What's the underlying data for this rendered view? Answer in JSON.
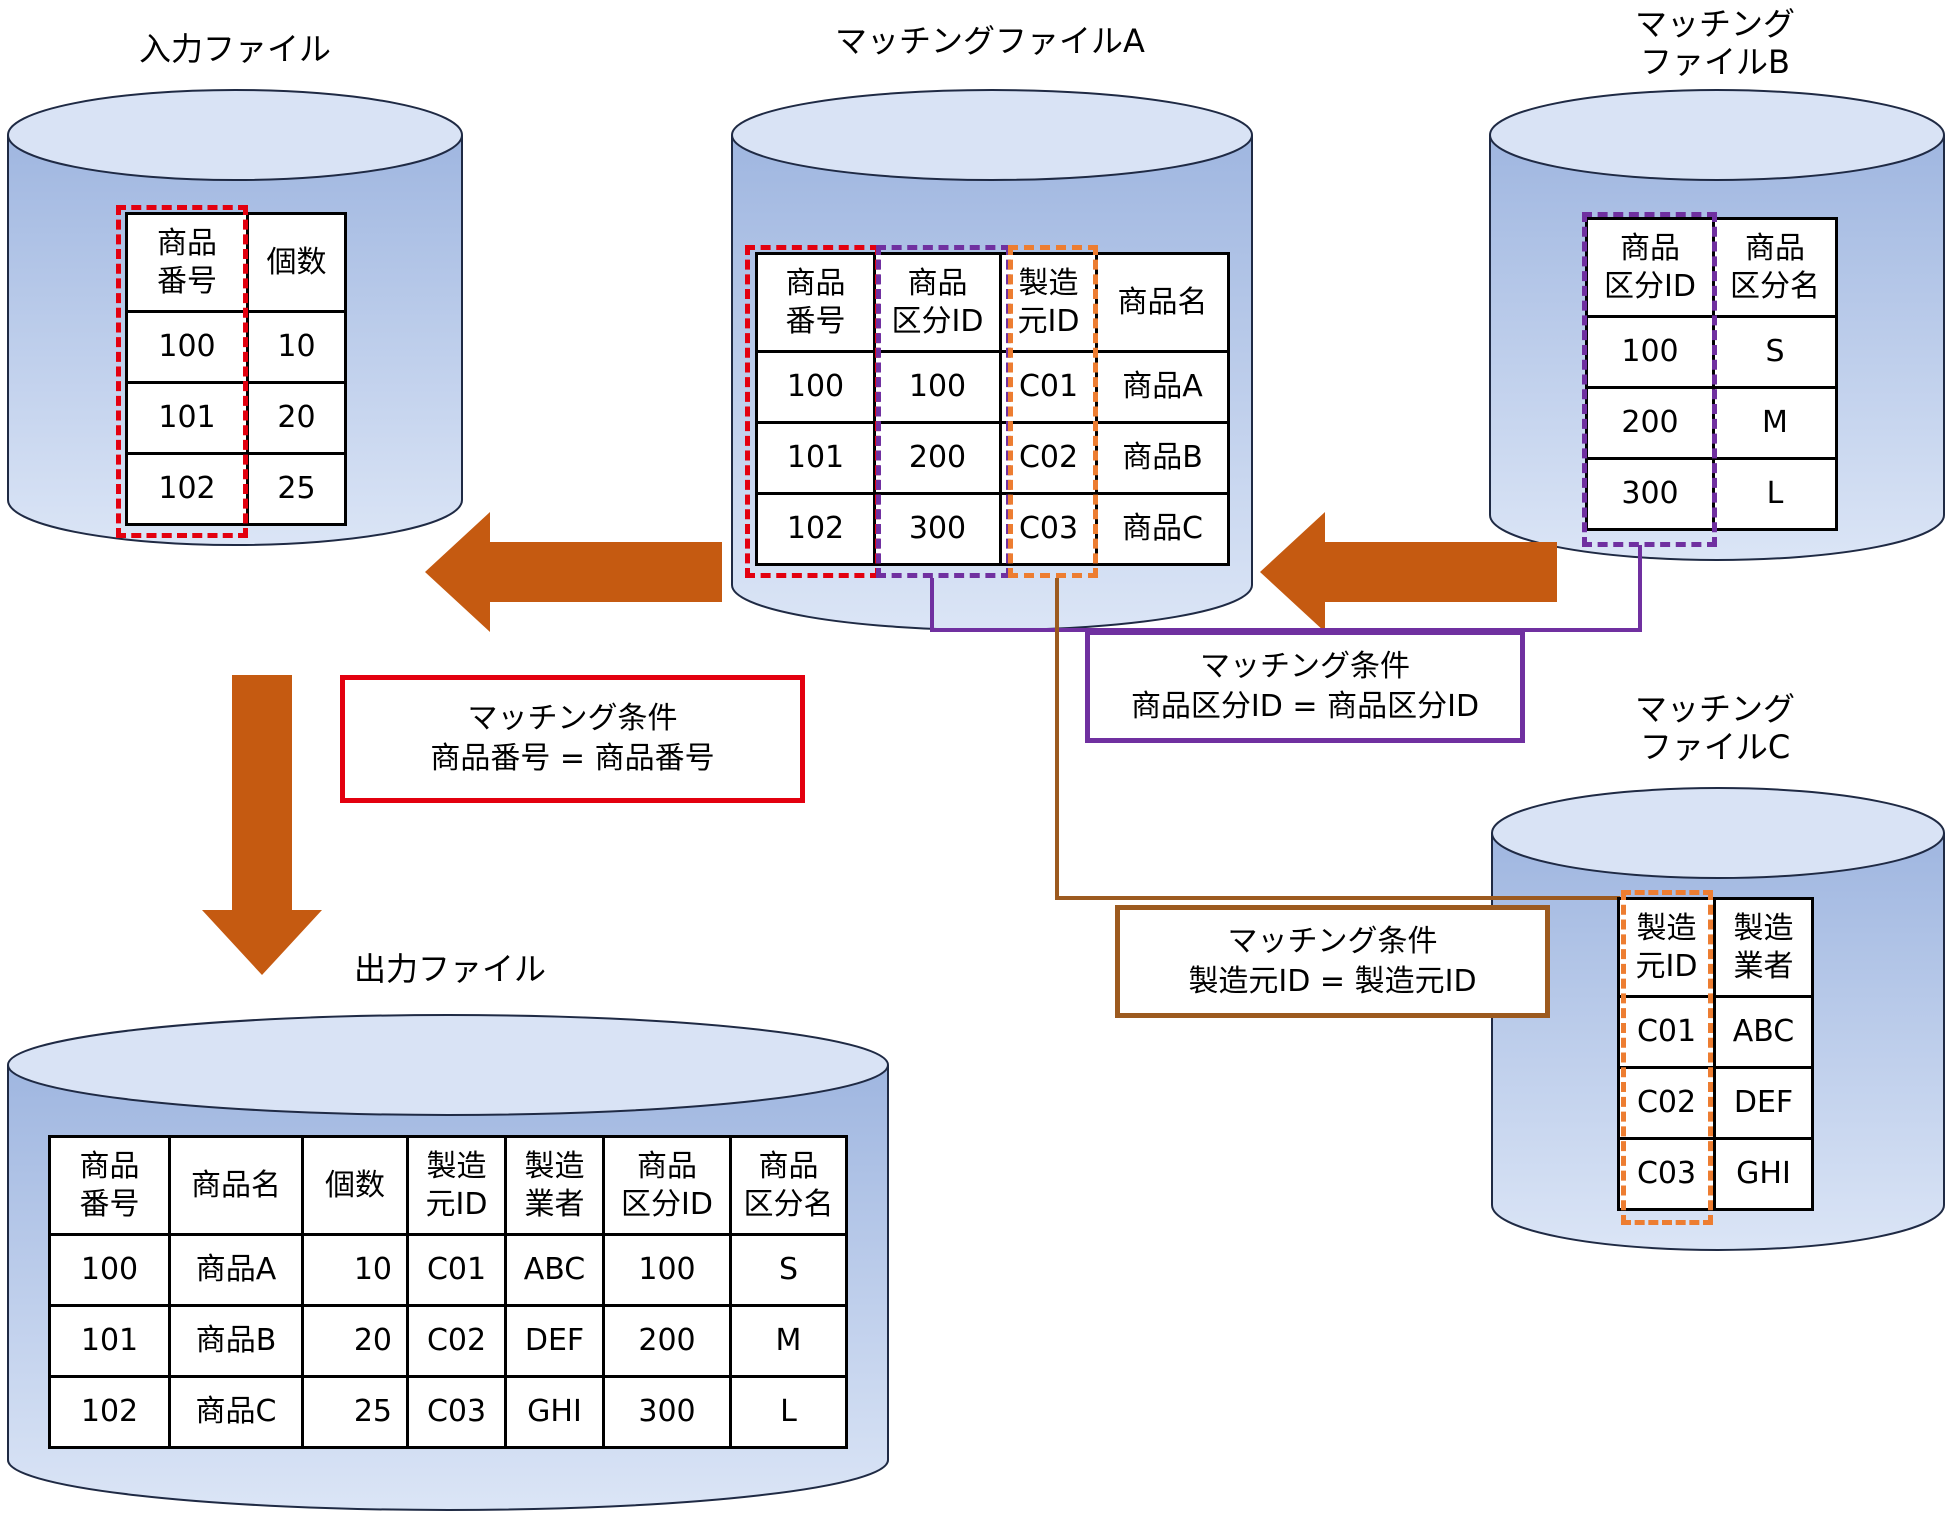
{
  "colors": {
    "cylinder_top": "#d9e3f5",
    "cylinder_body_dark": "#9fb6e0",
    "cylinder_body_light": "#dbe5f6",
    "cylinder_stroke": "#1f2a44",
    "arrow": "#c55a11",
    "red": "#e3000f",
    "purple": "#7030a0",
    "orange": "#ed7d31",
    "brown": "#9c5a1f"
  },
  "files": {
    "input": {
      "title": "入力ファイル",
      "headers": [
        "商品\n番号",
        "個数"
      ],
      "rows": [
        [
          "100",
          "10"
        ],
        [
          "101",
          "20"
        ],
        [
          "102",
          "25"
        ]
      ]
    },
    "matchA": {
      "title": "マッチングファイルA",
      "headers": [
        "商品\n番号",
        "商品\n区分ID",
        "製造\n元ID",
        "商品名"
      ],
      "rows": [
        [
          "100",
          "100",
          "C01",
          "商品A"
        ],
        [
          "101",
          "200",
          "C02",
          "商品B"
        ],
        [
          "102",
          "300",
          "C03",
          "商品C"
        ]
      ]
    },
    "matchB": {
      "title": "マッチング\nファイルB",
      "headers": [
        "商品\n区分ID",
        "商品\n区分名"
      ],
      "rows": [
        [
          "100",
          "S"
        ],
        [
          "200",
          "M"
        ],
        [
          "300",
          "L"
        ]
      ]
    },
    "matchC": {
      "title": "マッチング\nファイルC",
      "headers": [
        "製造\n元ID",
        "製造\n業者"
      ],
      "rows": [
        [
          "C01",
          "ABC"
        ],
        [
          "C02",
          "DEF"
        ],
        [
          "C03",
          "GHI"
        ]
      ]
    },
    "output": {
      "title": "出力ファイル",
      "headers": [
        "商品\n番号",
        "商品名",
        "個数",
        "製造\n元ID",
        "製造\n業者",
        "商品\n区分ID",
        "商品\n区分名"
      ],
      "rows": [
        [
          "100",
          "商品A",
          "10",
          "C01",
          "ABC",
          "100",
          "S"
        ],
        [
          "101",
          "商品B",
          "20",
          "C02",
          "DEF",
          "200",
          "M"
        ],
        [
          "102",
          "商品C",
          "25",
          "C03",
          "GHI",
          "300",
          "L"
        ]
      ]
    }
  },
  "conditions": {
    "red": {
      "line1": "マッチング条件",
      "line2": "商品番号 = 商品番号"
    },
    "purple": {
      "line1": "マッチング条件",
      "line2": "商品区分ID = 商品区分ID"
    },
    "brown": {
      "line1": "マッチング条件",
      "line2": "製造元ID = 製造元ID"
    }
  }
}
